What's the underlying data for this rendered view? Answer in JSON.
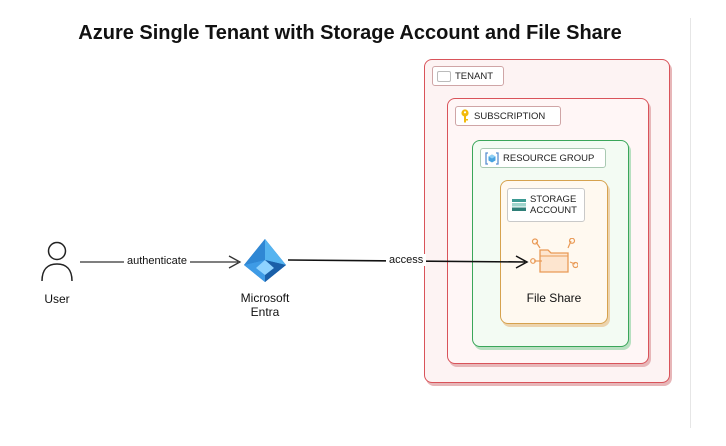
{
  "title": "Azure Single Tenant with Storage Account and File Share",
  "nodes": {
    "user": "User",
    "entra_line1": "Microsoft",
    "entra_line2": "Entra",
    "file_share": "File Share"
  },
  "containers": {
    "tenant": "TENANT",
    "subscription": "SUBSCRIPTION",
    "resource_group": "RESOURCE GROUP",
    "storage_line1": "STORAGE",
    "storage_line2": "ACCOUNT"
  },
  "edges": {
    "authenticate": "authenticate",
    "access": "access"
  },
  "icons": {
    "user": "user-icon",
    "entra": "microsoft-entra-icon",
    "tenant": "tenant-icon",
    "subscription": "key-icon",
    "resource_group": "resource-group-icon",
    "storage": "storage-account-icon",
    "file_share": "file-share-icon"
  },
  "colors": {
    "tenant_border": "#d9535a",
    "resource_group_border": "#3aa65a",
    "storage_border": "#d6a24e",
    "entra_blue": "#2f87d4",
    "key_yellow": "#f2b90c",
    "file_share_orange": "#e99a56"
  }
}
